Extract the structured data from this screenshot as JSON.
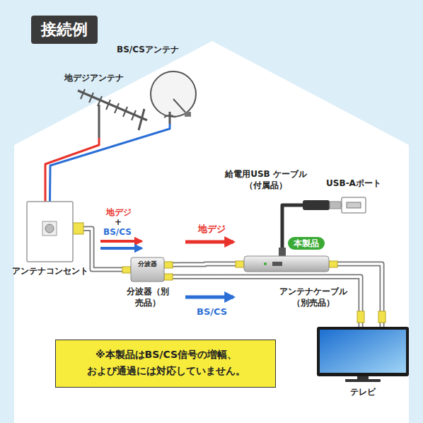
{
  "diagram": {
    "title": "接続例",
    "nodes": [
      {
        "text": [
          "BS/CSアンテナ"
        ]
      },
      {
        "text": [
          "地デジアンテナ"
        ]
      },
      {
        "text": [
          "USB-Aポート"
        ]
      },
      {
        "text": [
          "アンテナコンセント"
        ]
      },
      {
        "text": [
          "本製品"
        ]
      },
      {
        "text": [
          "分波器",
          "分波器（別売品）"
        ]
      },
      {
        "text": [
          "※本製品はBS/CS信号の増幅、 および通過には対応していません。"
        ]
      },
      {
        "text": [
          "テレビ"
        ]
      }
    ],
    "edges": [
      {
        "from": 1,
        "to": 3,
        "arrow": "none"
      },
      {
        "from": 0,
        "to": 3,
        "arrow": "none"
      },
      {
        "from": 3,
        "to": 5,
        "arrow": "none"
      },
      {
        "from": 5,
        "to": 4,
        "arrow": "none"
      },
      {
        "from": 5,
        "to": 7,
        "arrow": "none"
      },
      {
        "from": 4,
        "to": 7,
        "arrow": "none"
      },
      {
        "from": 4,
        "to": 2,
        "arrow": "none"
      }
    ],
    "labels": [
      "地デジ",
      "+",
      "BS/CS",
      "地デジ",
      "BS/CS",
      "給電用USB ケーブル（付属品）",
      "アンテナケーブル（別売品）"
    ]
  }
}
